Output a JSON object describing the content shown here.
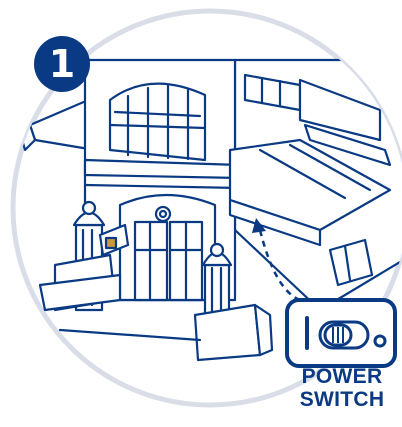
{
  "step": {
    "number": "1"
  },
  "callout": {
    "line1": "POWER",
    "line2": "SWITCH"
  },
  "colors": {
    "line": "#0a3a83",
    "badge": "#0a3a83",
    "circle": "#d8dde8",
    "fill": "#ffffff"
  },
  "icons": [
    "building-illustration",
    "power-switch-icon",
    "dashed-arrow-icon"
  ]
}
